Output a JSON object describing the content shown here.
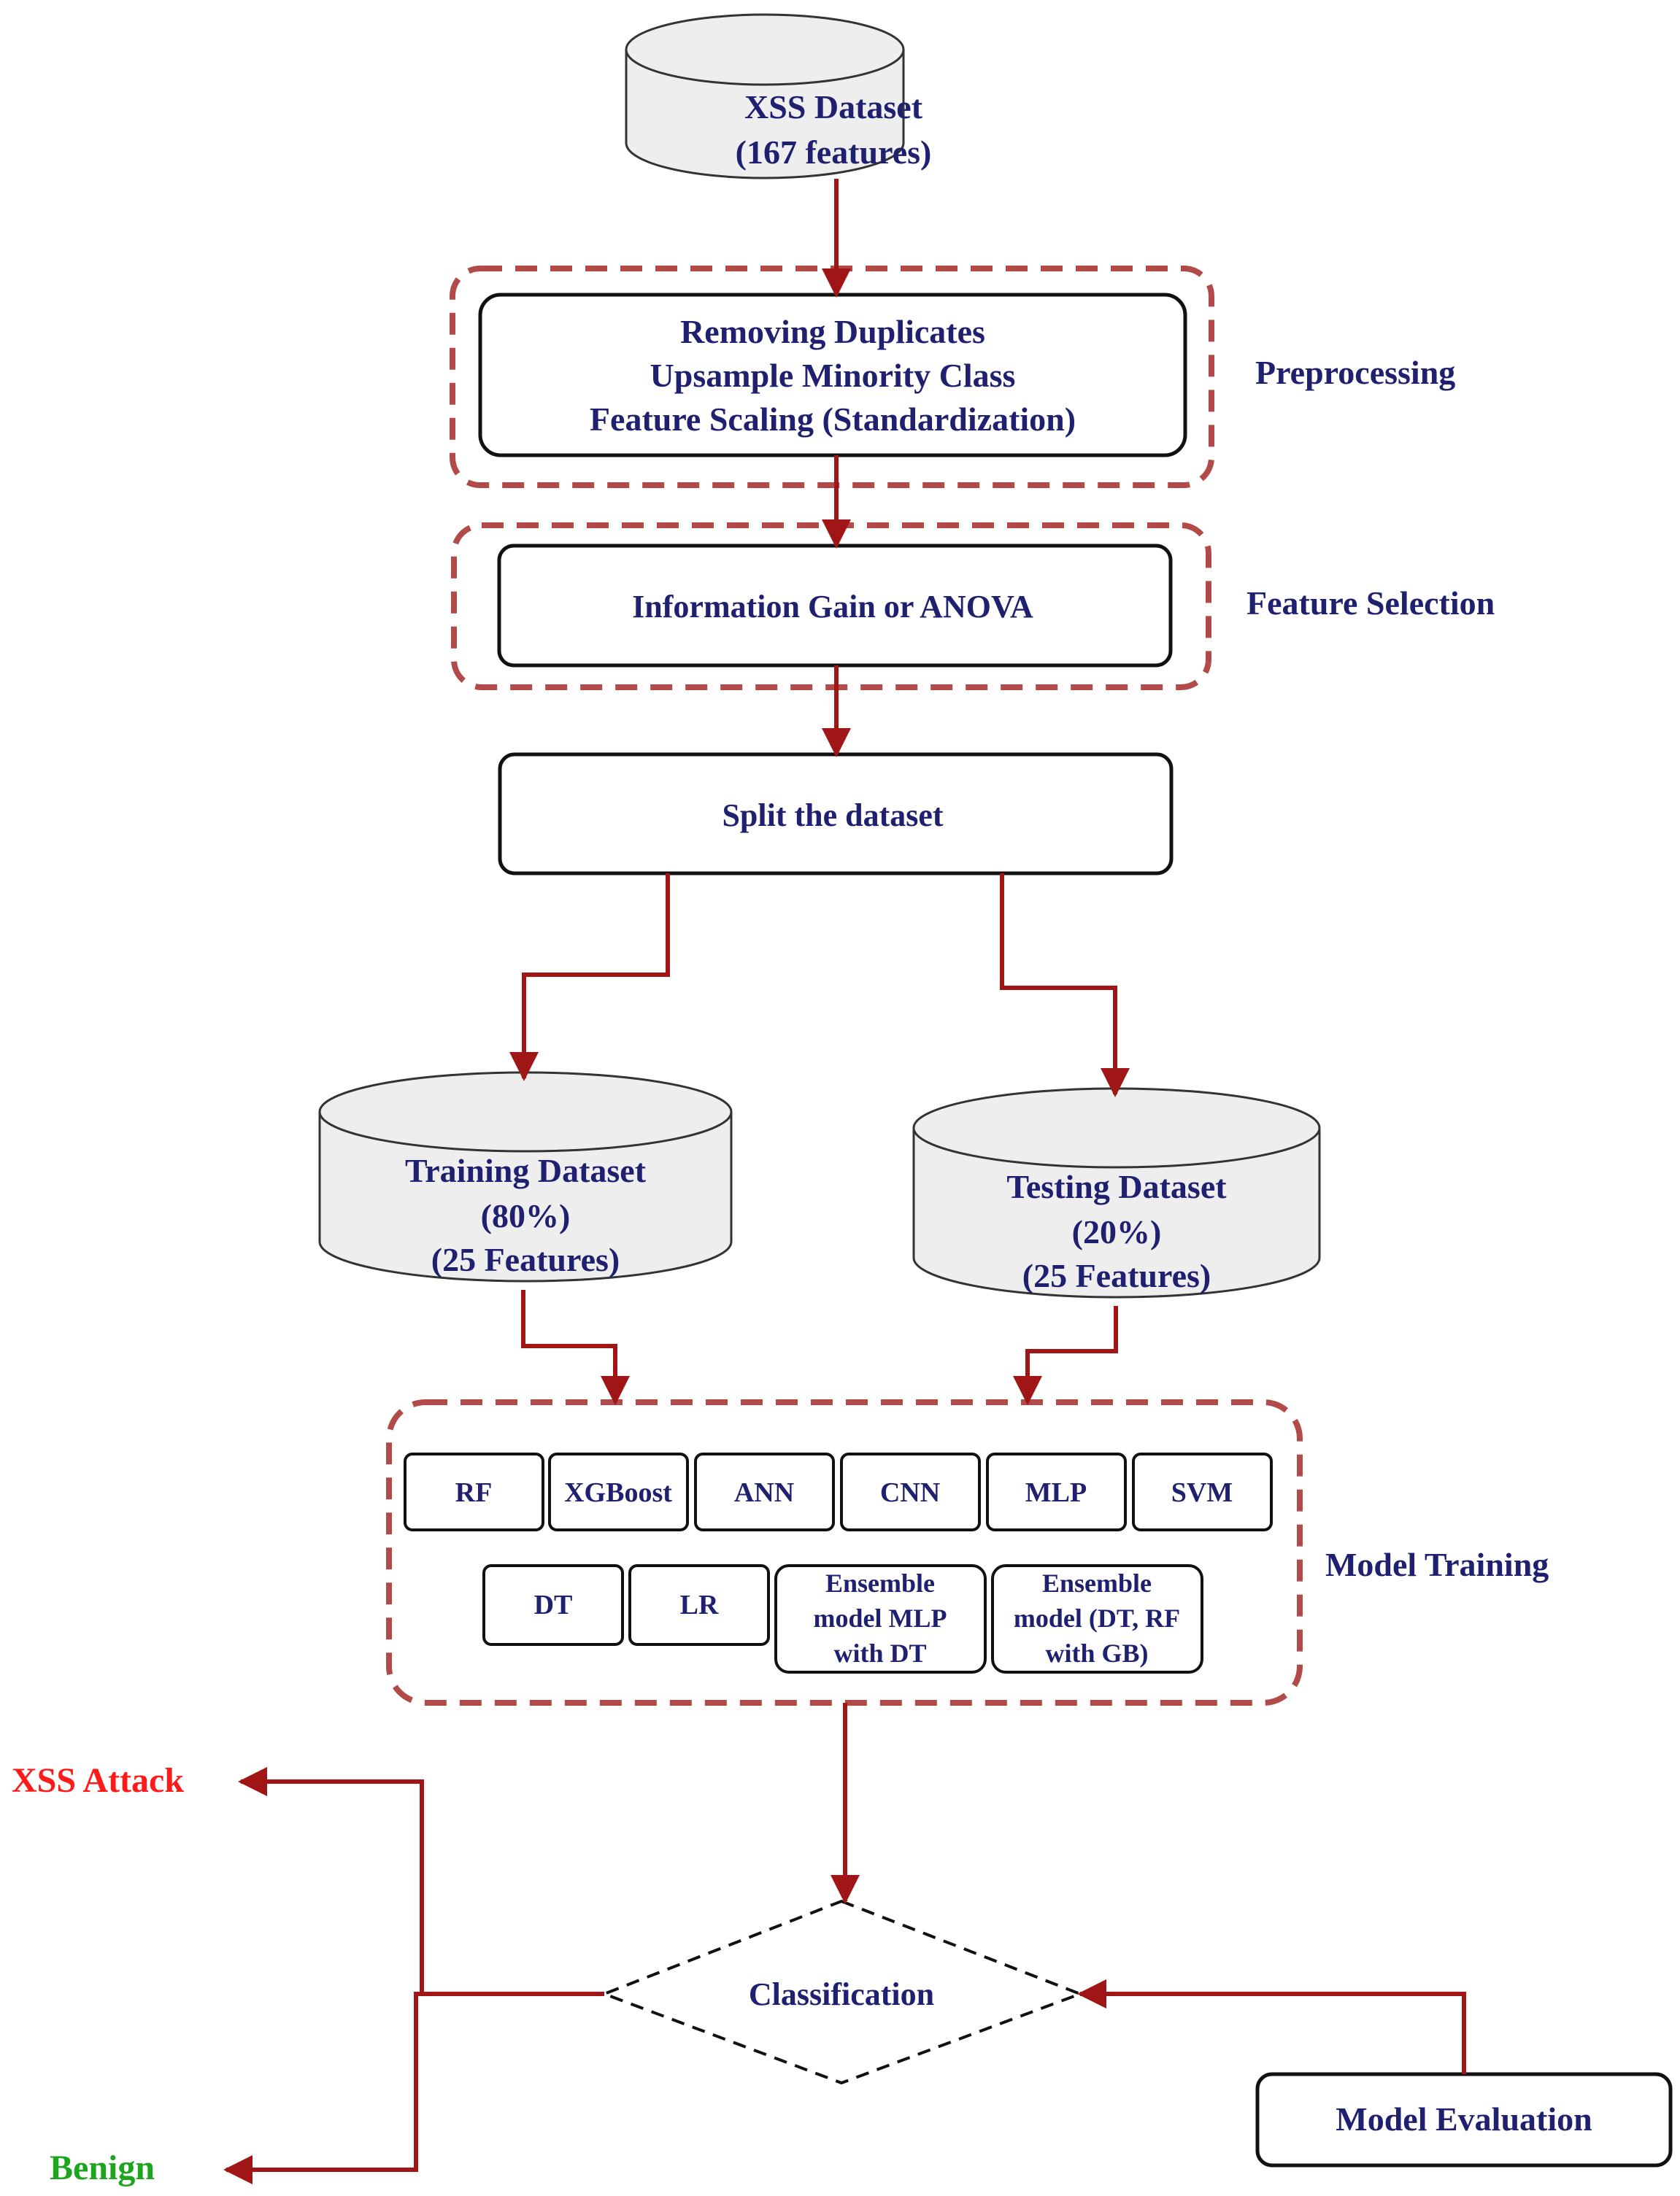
{
  "colors": {
    "text": "#1f2070",
    "arrow": "#a01616",
    "group_border": "#b24a4a",
    "cylinder_fill": "#eeeeee",
    "attack": "#ff1a1a",
    "benign": "#1ea51e"
  },
  "nodes": {
    "dataset": {
      "line1": "XSS Dataset",
      "line2": "(167 features)"
    },
    "preprocess": {
      "line1": "Removing Duplicates",
      "line2": "Upsample Minority Class",
      "line3": "Feature Scaling (Standardization)"
    },
    "feature_select": {
      "label": "Information Gain or ANOVA"
    },
    "split": {
      "label": "Split the dataset"
    },
    "training": {
      "line1": "Training Dataset",
      "line2": "(80%)",
      "line3": "(25 Features)"
    },
    "testing": {
      "line1": "Testing Dataset",
      "line2": "(20%)",
      "line3": "(25 Features)"
    },
    "classification": {
      "label": "Classification"
    },
    "evaluation": {
      "label": "Model Evaluation"
    }
  },
  "groups": {
    "preprocessing": "Preprocessing",
    "feature_selection": "Feature Selection",
    "model_training": "Model Training"
  },
  "models": {
    "row1": [
      "RF",
      "XGBoost",
      "ANN",
      "CNN",
      "MLP",
      "SVM"
    ],
    "row2": [
      "DT",
      "LR"
    ],
    "ensemble1": {
      "line1": "Ensemble",
      "line2": "model MLP",
      "line3": "with DT"
    },
    "ensemble2": {
      "line1": "Ensemble",
      "line2": "model (DT, RF",
      "line3": "with GB)"
    }
  },
  "outputs": {
    "attack": "XSS Attack",
    "benign": "Benign"
  }
}
